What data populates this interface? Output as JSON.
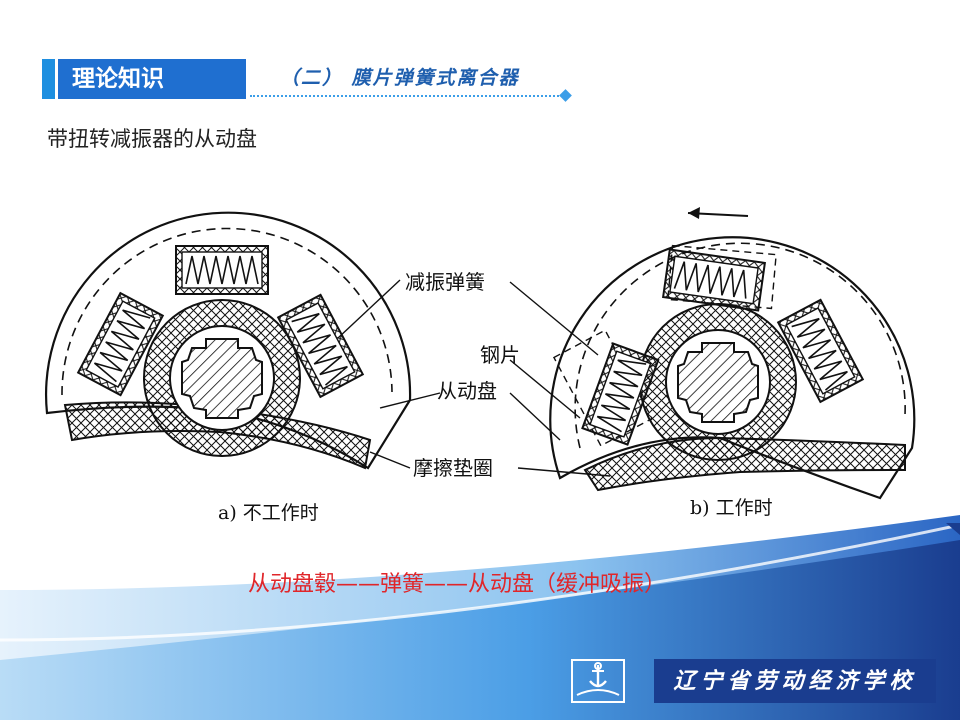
{
  "header": {
    "section_label": "理论知识",
    "topic": "（二） 膜片弹簧式离合器"
  },
  "subtitle": "带扭转减振器的从动盘",
  "diagram": {
    "labels": {
      "damper_spring": "减振弹簧",
      "steel_plate": "钢片",
      "driven_disc": "从动盘",
      "friction_lining": "摩擦垫圈"
    },
    "caption_a": "a) 不工作时",
    "caption_b": "b) 工作时"
  },
  "caption": "从动盘毂——弹簧——从动盘（缓冲吸振）",
  "footer": {
    "school_name": "辽宁省劳动经济学校"
  },
  "colors": {
    "header_blue": "#1f6fd0",
    "accent_blue": "#1e8fe0",
    "caption_red": "#e0262a",
    "footer_navy": "#1a3d8f"
  }
}
